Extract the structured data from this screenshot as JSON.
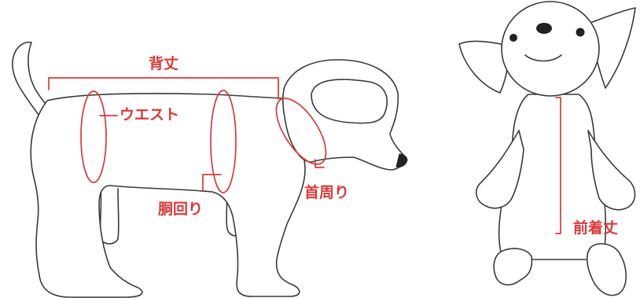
{
  "labels": {
    "back_length": "背丈",
    "waist": "ウエスト",
    "girth": "胴回り",
    "neck": "首周り",
    "front_length": "前着丈"
  },
  "colors": {
    "accent": "#d93a3a",
    "outline": "#3a3a3a",
    "background": "#ffffff"
  }
}
